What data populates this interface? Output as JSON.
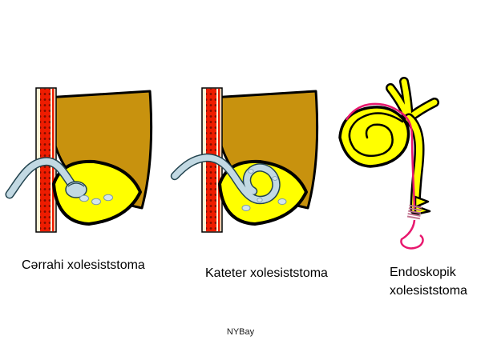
{
  "captions": {
    "surgical": "Cərrahi xolesiststoma",
    "catheter": "Kateter xolesiststoma",
    "endoscopic_line1": "Endoskopik",
    "endoscopic_line2": "xolesiststoma"
  },
  "watermark": "NYBay",
  "figures": [
    {
      "name": "surgical-cholecystostomy",
      "description_label": "Cərrahi xolesiststoma"
    },
    {
      "name": "catheter-cholecystostomy",
      "description_label": "Kateter xolesiststoma"
    },
    {
      "name": "endoscopic-cholecystostomy",
      "description_label": "Endoskopik xolesiststoma"
    }
  ],
  "colors": {
    "liver": "#C8920E",
    "gallbladder": "#FFFF00",
    "tube": "#C2D9E3",
    "tube_outline": "#23444F",
    "wall_bg": "#FCF3D6",
    "wall_red": "#EE1C00",
    "wall_dot": "#7E0E00",
    "scope": "#E8186E",
    "stone": "#D3E4ED",
    "outline": "#000000"
  }
}
